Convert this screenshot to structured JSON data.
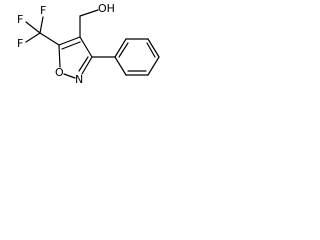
{
  "structure": {
    "atoms": {
      "fluorine_1": "F",
      "fluorine_2": "F",
      "fluorine_3": "F",
      "ring_oxygen": "O",
      "ring_nitrogen": "N",
      "hydroxyl": "OH"
    },
    "colors": {
      "bond": "#000000",
      "label": "#000000",
      "background": "#ffffff"
    }
  }
}
